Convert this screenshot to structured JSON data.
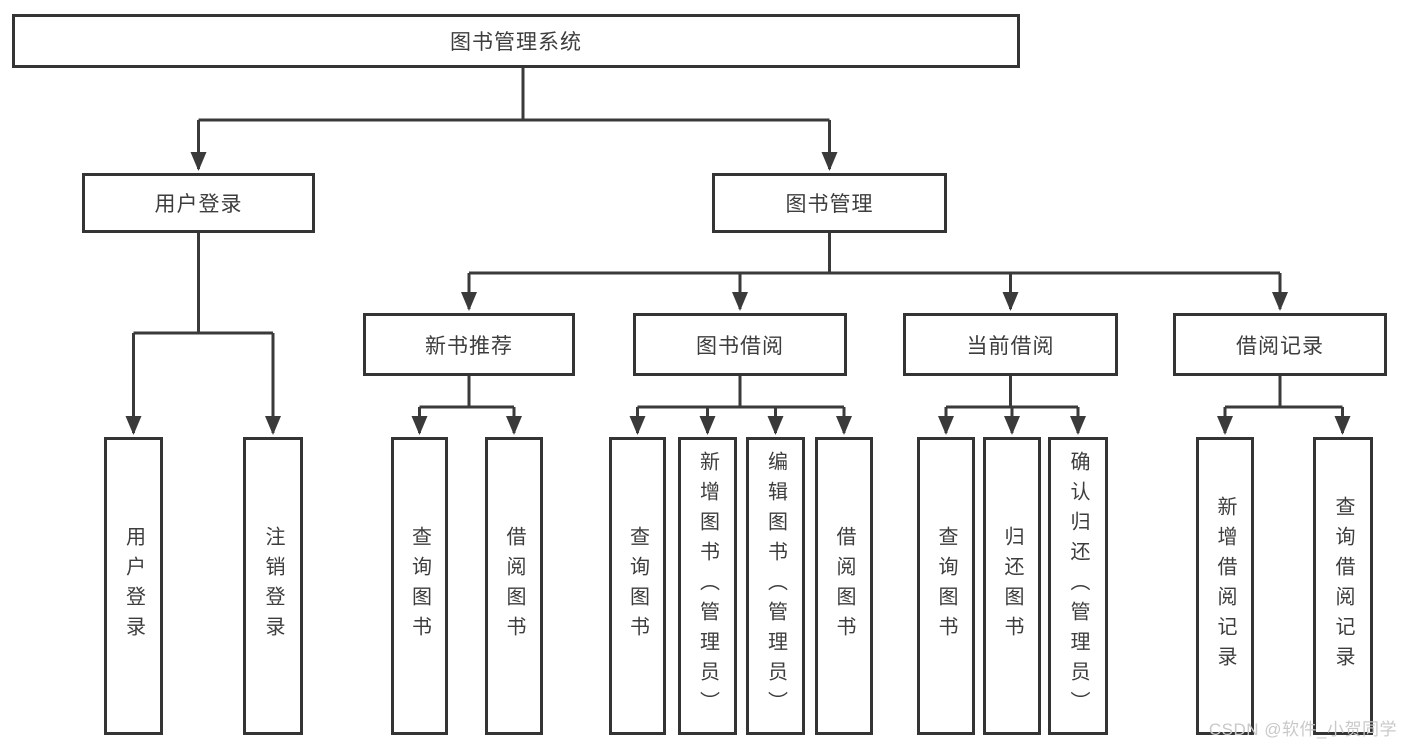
{
  "tree": {
    "label": "图书管理系统",
    "children": [
      {
        "label": "用户登录",
        "children": [
          {
            "label": "用户登录"
          },
          {
            "label": "注销登录"
          }
        ]
      },
      {
        "label": "图书管理",
        "children": [
          {
            "label": "新书推荐",
            "children": [
              {
                "label": "查询图书"
              },
              {
                "label": "借阅图书"
              }
            ]
          },
          {
            "label": "图书借阅",
            "children": [
              {
                "label": "查询图书"
              },
              {
                "label": "新增图书（管理员）"
              },
              {
                "label": "编辑图书（管理员）"
              },
              {
                "label": "借阅图书"
              }
            ]
          },
          {
            "label": "当前借阅",
            "children": [
              {
                "label": "查询图书"
              },
              {
                "label": "归还图书"
              },
              {
                "label": "确认归还（管理员）"
              }
            ]
          },
          {
            "label": "借阅记录",
            "children": [
              {
                "label": "新增借阅记录"
              },
              {
                "label": "查询借阅记录"
              }
            ]
          }
        ]
      }
    ]
  },
  "watermark": {
    "text": "CSDN @软件_小贺同学"
  },
  "colors": {
    "line": "#3a3a3a",
    "border": "#343434",
    "text": "#3d3d3d",
    "background": "#ffffff",
    "watermark": "#c9c9c9"
  }
}
